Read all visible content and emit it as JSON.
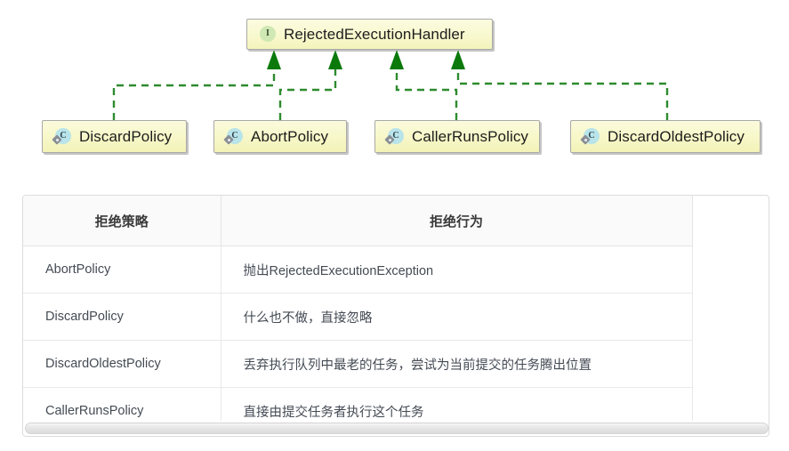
{
  "diagram": {
    "interface": {
      "name": "RejectedExecutionHandler",
      "icon": "interface-icon",
      "icon_letter": "I"
    },
    "implementations": [
      {
        "name": "DiscardPolicy",
        "icon": "class-icon",
        "icon_letter": "C"
      },
      {
        "name": "AbortPolicy",
        "icon": "class-icon",
        "icon_letter": "C"
      },
      {
        "name": "CallerRunsPolicy",
        "icon": "class-icon",
        "icon_letter": "C"
      },
      {
        "name": "DiscardOldestPolicy",
        "icon": "class-icon",
        "icon_letter": "C"
      }
    ],
    "relation": "realization",
    "line_style": "dashed",
    "line_color": "#2e8b2e",
    "arrow_color": "#0b7a0b",
    "box_fill": "#f7f7c8",
    "box_border": "#a9a9a9"
  },
  "table": {
    "headers": [
      "拒绝策略",
      "拒绝行为"
    ],
    "rows": [
      [
        "AbortPolicy",
        "抛出RejectedExecutionException"
      ],
      [
        "DiscardPolicy",
        "什么也不做，直接忽略"
      ],
      [
        "DiscardOldestPolicy",
        "丢弃执行队列中最老的任务，尝试为当前提交的任务腾出位置"
      ],
      [
        "CallerRunsPolicy",
        "直接由提交任务者执行这个任务"
      ]
    ],
    "scrollbar": "horizontal-scrollbar"
  }
}
